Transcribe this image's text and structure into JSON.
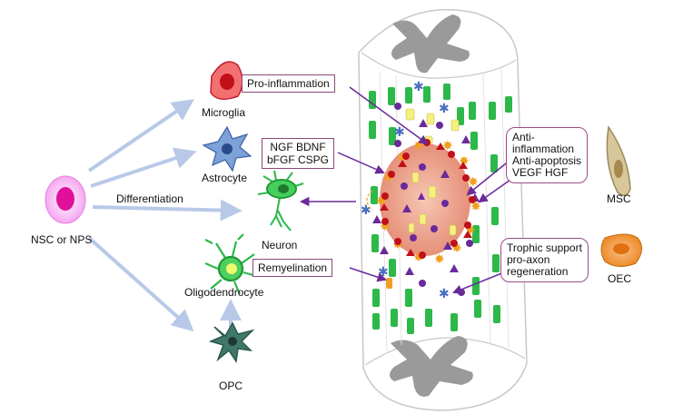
{
  "cells": {
    "source": "NSC or NPS",
    "microglia": "Microglia",
    "astrocyte": "Astrocyte",
    "neuron": "Neuron",
    "oligodendrocyte": "Oligodendrocyte",
    "opc": "OPC",
    "msc": "MSC",
    "oec": "OEC"
  },
  "arrow_label": "Differentiation",
  "boxes": {
    "pro_inflammation": "Pro-inflammation",
    "factors_line1": "NGF BDNF",
    "factors_line2": "bFGF CSPG",
    "remyelination": "Remyelination",
    "msc_line1": "Anti-",
    "msc_line2": "inflammation",
    "msc_line3": "Anti-apoptosis",
    "msc_line4": "VEGF HGF",
    "oec_line1": "Trophic support",
    "oec_line2": "pro-axon",
    "oec_line3": "regeneration"
  },
  "colors": {
    "arrow": "#b8c9e8",
    "cord_outline": "#c8c8c8",
    "gray_matter": "#9a9a9a",
    "axon_green": "#2db84a",
    "lesion": "#e8a07a",
    "box_border": "#8a4a7a",
    "purple": "#6a2a9a",
    "red_dot": "#c0101a",
    "star_orange": "#f0a020",
    "yellow": "#f5f080"
  }
}
